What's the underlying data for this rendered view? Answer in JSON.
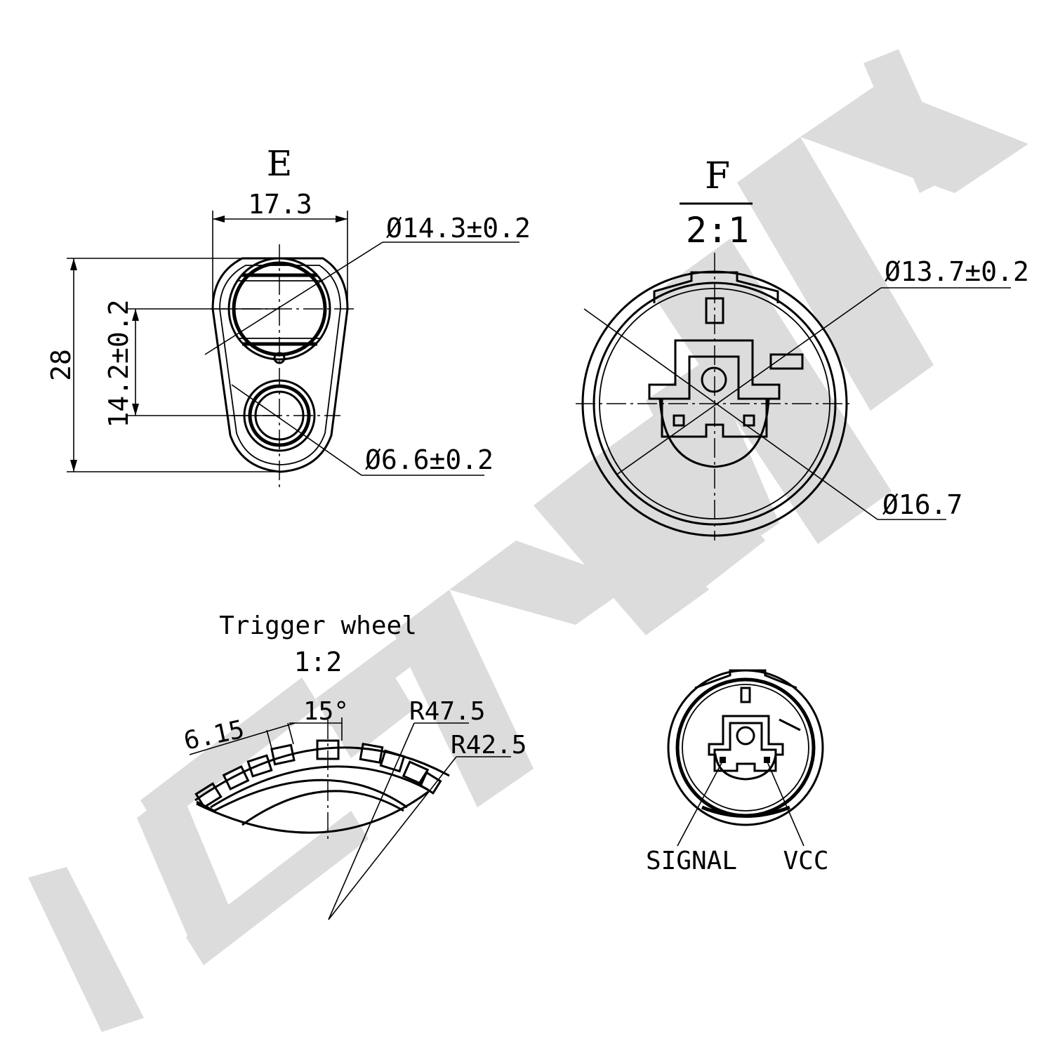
{
  "watermark": {
    "color": "#dcdcdc"
  },
  "view_e": {
    "label": "E",
    "dim_width": "17.3",
    "dim_height": "28",
    "dim_spacing": "14.2±0.2",
    "dia_large": "Ø14.3±0.2",
    "dia_small": "Ø6.6±0.2"
  },
  "view_f": {
    "label": "F",
    "scale": "2:1",
    "dia_inner": "Ø13.7±0.2",
    "dia_outer": "Ø16.7"
  },
  "trigger_wheel": {
    "title": "Trigger wheel",
    "scale": "1:2",
    "angle": "15°",
    "tooth": "6.15",
    "radius_outer": "R47.5",
    "radius_inner": "R42.5"
  },
  "pinout": {
    "signal": "SIGNAL",
    "vcc": "VCC"
  }
}
